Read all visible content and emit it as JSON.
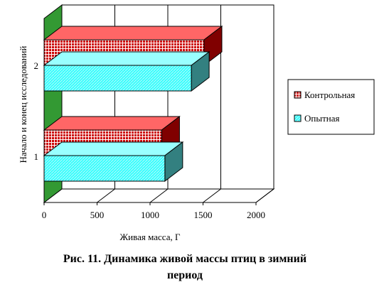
{
  "chart_data": {
    "type": "bar",
    "orientation": "horizontal",
    "three_d": true,
    "categories": [
      "1",
      "2"
    ],
    "series": [
      {
        "name": "Опытная",
        "values": [
          1140,
          1390
        ],
        "color": "#33ffff"
      },
      {
        "name": "Контрольная",
        "values": [
          1110,
          1510
        ],
        "color": "#cc0000"
      }
    ],
    "xlabel": "Живая масса, Г",
    "ylabel": "Начало и конец исследований",
    "xlim": [
      0,
      2000
    ],
    "xticks": [
      "0",
      "500",
      "1000",
      "1500",
      "2000"
    ],
    "grid": true,
    "legend_position": "right",
    "wall_color": "#339933"
  },
  "caption": {
    "line1": "Рис. 11. Динамика живой массы птиц в зимний",
    "line2": "период"
  }
}
